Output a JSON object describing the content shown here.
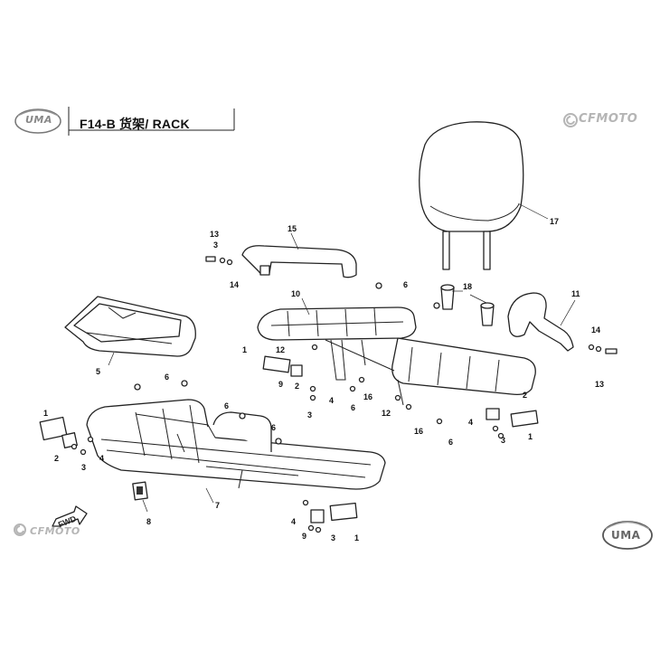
{
  "header": {
    "title": "F14-B  货架/ RACK",
    "brand_logo_text": "UMA"
  },
  "watermarks": {
    "cfmoto_top": "CFMOTO",
    "cfmoto_bottom": "CFMOTO",
    "uma_bottom": "UMA"
  },
  "labels": {
    "fwd": "FWD"
  },
  "callouts": {
    "c1a": "1",
    "c1b": "1",
    "c1c": "1",
    "c1d": "1",
    "c2a": "2",
    "c2b": "2",
    "c3a": "3",
    "c3b": "3",
    "c3c": "3",
    "c3d": "3",
    "c4a": "4",
    "c4b": "4",
    "c4c": "4",
    "c4d": "4",
    "c5": "5",
    "c6a": "6",
    "c6b": "6",
    "c6c": "6",
    "c6d": "6",
    "c6e": "6",
    "c6f": "6",
    "c7": "7",
    "c8": "8",
    "c9a": "9",
    "c9b": "9",
    "c10": "10",
    "c11": "11",
    "c12a": "12",
    "c12b": "12",
    "c13a": "13",
    "c13b": "13",
    "c14a": "14",
    "c14b": "14",
    "c15": "15",
    "c16a": "16",
    "c16b": "16",
    "c17": "17",
    "c18": "18"
  },
  "colors": {
    "line": "#222222",
    "watermark": "#b5b5b5"
  }
}
